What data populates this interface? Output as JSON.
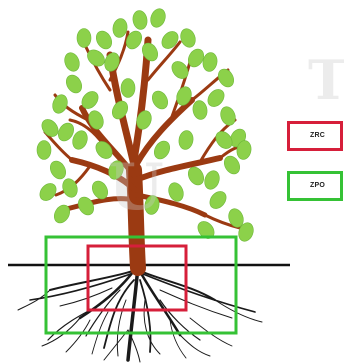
{
  "colors": {
    "trunk": "#9b3a12",
    "leaf": "#8cd14a",
    "leaf_edge": "#6fb83a",
    "root": "#1a1a1a",
    "ground": "#111111",
    "zrc": "#d61f3a",
    "zpo": "#35c235",
    "watermark": "#c8c8c8"
  },
  "diagram": {
    "zones": [
      {
        "label": "ZRC",
        "color": "#d61f3a"
      },
      {
        "label": "ZPO",
        "color": "#35c235"
      }
    ]
  },
  "watermark": {
    "letters": [
      "U",
      "T"
    ]
  }
}
